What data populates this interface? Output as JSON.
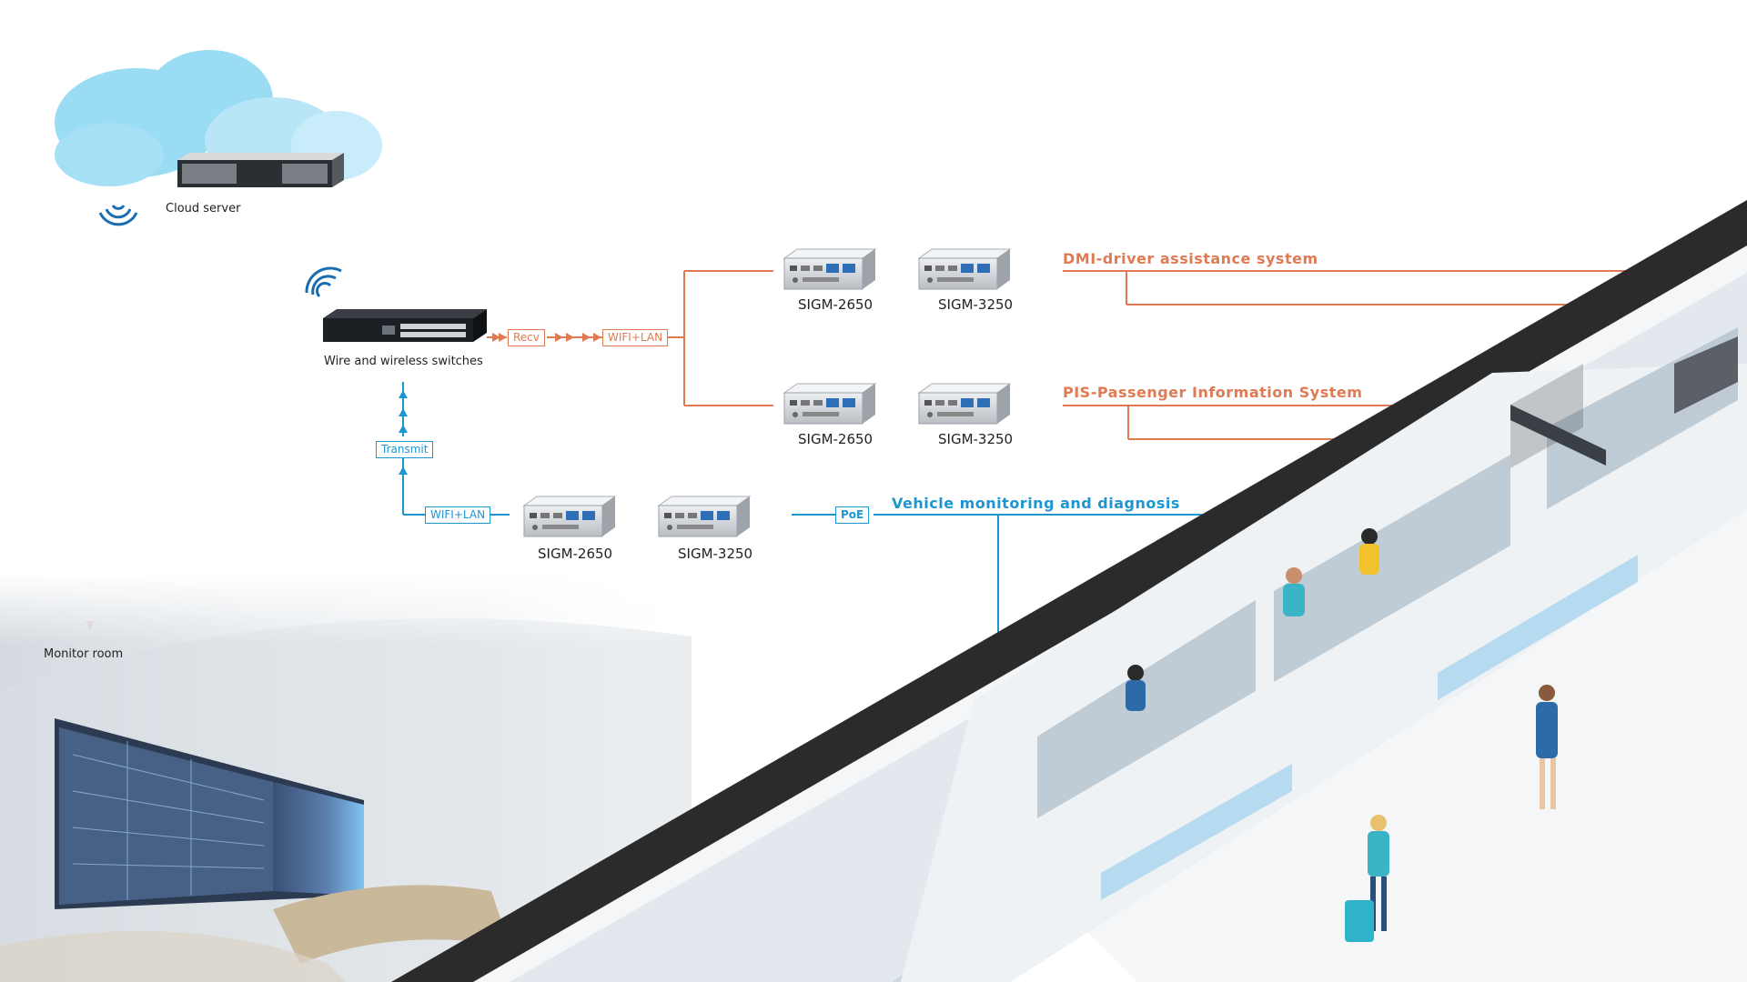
{
  "colors": {
    "orange": "#e07a52",
    "blue": "#1d96d0",
    "cloud": "#a8def3",
    "track": "#2b2b2b",
    "train_body": "#e3e9ee"
  },
  "cloud": {
    "server_label": "Cloud server",
    "icon": "wifi-icon"
  },
  "switch": {
    "label": "Wire and wireless switches",
    "icon": "wifi-icon"
  },
  "links": {
    "recv": "Recv",
    "wifi_lan_top": "WIFI+LAN",
    "transmit": "Transmit",
    "wifi_lan_bottom": "WIFI+LAN",
    "poe": "PoE"
  },
  "device_groups": {
    "dmi": {
      "a": "SIGM-2650",
      "b": "SIGM-3250"
    },
    "pis": {
      "a": "SIGM-2650",
      "b": "SIGM-3250"
    },
    "vehicle": {
      "a": "SIGM-2650",
      "b": "SIGM-3250"
    }
  },
  "systems": {
    "dmi": "DMI-driver assistance system",
    "pis": "PIS-Passenger Information System",
    "vehicle": "Vehicle monitoring and diagnosis"
  },
  "monitor_room": {
    "label": "Monitor room"
  }
}
